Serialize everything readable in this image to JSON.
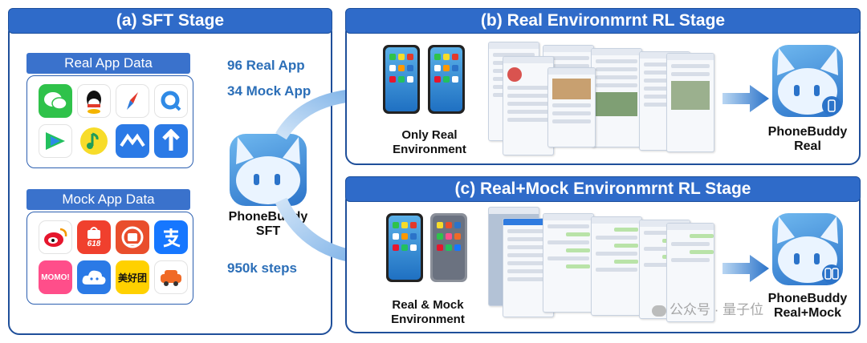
{
  "sft": {
    "header": "(a) SFT Stage",
    "real_app_title": "Real App Data",
    "mock_app_title": "Mock App Data",
    "stat_real": "96 Real App",
    "stat_mock": "34 Mock App",
    "stat_steps": "950k steps",
    "model_label_line1": "PhoneBuddy",
    "model_label_line2": "SFT",
    "real_apps": [
      "wechat-icon",
      "qq-icon",
      "compass-browser-icon",
      "search-app-icon",
      "video-app-icon",
      "music-app-icon",
      "meeting-app-icon",
      "navigation-app-icon"
    ],
    "mock_apps": [
      "weibo-icon",
      "shopping-618-icon",
      "railway-icon",
      "alipay-icon",
      "momo-icon",
      "cloud-app-icon",
      "meituan-icon",
      "car-app-icon"
    ],
    "mock_app_texts": {
      "shop": "618",
      "momo": "MOMO!",
      "meituan": "美好团"
    }
  },
  "real_rl": {
    "header": "(b) Real Environmrnt RL Stage",
    "caption_line1": "Only Real",
    "caption_line2": "Environment",
    "model_label_line1": "PhoneBuddy",
    "model_label_line2": "Real"
  },
  "mock_rl": {
    "header": "(c) Real+Mock Environmrnt RL Stage",
    "caption_line1": "Real & Mock",
    "caption_line2": "Environment",
    "model_label_line1": "PhoneBuddy",
    "model_label_line2": "Real+Mock"
  },
  "watermark": "公众号 · 量子位",
  "colors": {
    "accent": "#2f6bc9",
    "border": "#1f4f9a",
    "stat_text": "#2c6fb8"
  }
}
